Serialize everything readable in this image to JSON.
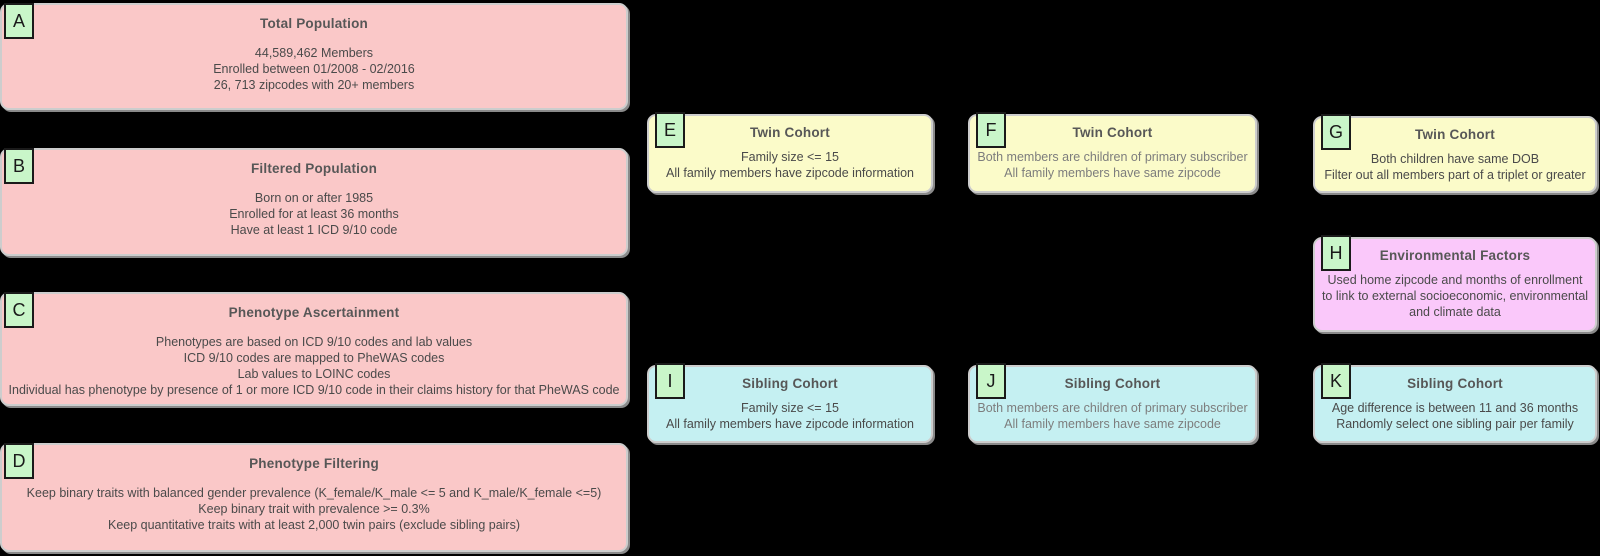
{
  "page": {
    "background": "#000000",
    "description": "Cohort construction flowchart"
  },
  "colors": {
    "population_node": "#fac8c8",
    "twin_cohort_node": "#fbfbc9",
    "sibling_cohort_node": "#c5f0f2",
    "environmental_node": "#fac8fa",
    "label_badge": "#c9f6c9",
    "title_text": "#575757",
    "body_text": "#4a4a4a",
    "body_text_muted": "#7d7d7d",
    "node_border": "#cdcdcd"
  },
  "boxes": [
    {
      "id": "A",
      "title": "Total Population",
      "lines": [
        "44,589,462 Members",
        "Enrolled between 01/2008 - 02/2016",
        "26, 713 zipcodes with 20+ members"
      ]
    },
    {
      "id": "B",
      "title": "Filtered Population",
      "lines": [
        "Born on or after 1985",
        "Enrolled for at least 36 months",
        "Have at least 1 ICD 9/10 code"
      ]
    },
    {
      "id": "C",
      "title": "Phenotype Ascertainment",
      "lines": [
        "Phenotypes are based on ICD 9/10 codes and lab values",
        "ICD 9/10 codes are mapped to PheWAS codes",
        "Lab values to LOINC codes",
        "Individual has phenotype by presence of 1 or more ICD 9/10 code in their claims history for that PheWAS code"
      ]
    },
    {
      "id": "D",
      "title": "Phenotype Filtering",
      "lines": [
        "Keep binary traits with balanced gender prevalence (K_female/K_male <= 5 and K_male/K_female <=5)",
        "Keep binary trait with prevalence >= 0.3%",
        "Keep quantitative traits with at least 2,000 twin pairs (exclude sibling pairs)"
      ]
    },
    {
      "id": "E",
      "title": "Twin Cohort",
      "lines": [
        "Family size <= 15",
        "All family members have zipcode information"
      ]
    },
    {
      "id": "F",
      "title": "Twin Cohort",
      "lines": [
        "Both members are children of primary subscriber",
        "All family members have same zipcode"
      ]
    },
    {
      "id": "G",
      "title": "Twin Cohort",
      "lines": [
        "Both children have same DOB",
        "Filter out all members part of a triplet or greater"
      ]
    },
    {
      "id": "H",
      "title": "Environmental Factors",
      "lines": [
        "Used home zipcode and months of enrollment to link to external socioeconomic, environmental and climate data"
      ]
    },
    {
      "id": "I",
      "title": "Sibling Cohort",
      "lines": [
        "Family size <= 15",
        "All family members have zipcode information"
      ]
    },
    {
      "id": "J",
      "title": "Sibling Cohort",
      "lines": [
        "Both members are children of primary subscriber",
        "All family members have same zipcode"
      ]
    },
    {
      "id": "K",
      "title": "Sibling Cohort",
      "lines": [
        "Age difference is between 11 and 36 months",
        "Randomly select one sibling pair per family"
      ]
    }
  ]
}
